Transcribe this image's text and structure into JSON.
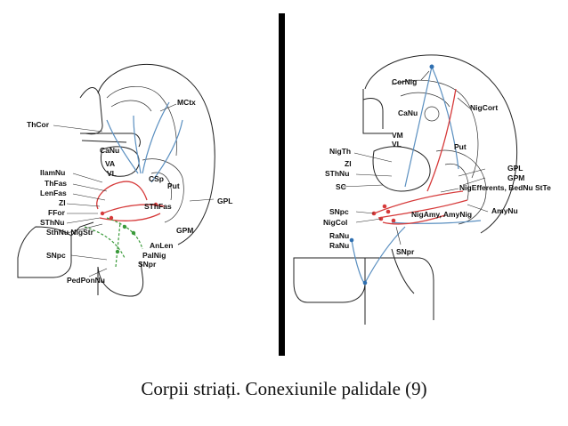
{
  "caption": "Corpii striați. Conexiunile palidale (9)",
  "colors": {
    "efferent": "#d63a3a",
    "afferent": "#5a8fc0",
    "nigral": "#3a9a3a",
    "divider": "#000000"
  },
  "left_labels": {
    "mctx": "MCtx",
    "thcor": "ThCor",
    "canu": "CaNu",
    "va": "VA",
    "vl": "VL",
    "ilamnu": "IlamNu",
    "thfas": "ThFas",
    "lenfas": "LenFas",
    "zi": "ZI",
    "ffor": "FFor",
    "sthnu": "SThNu",
    "sthnigstr": "SthNu NigStr",
    "csp": "CSp",
    "put": "Put",
    "gpl": "GPL",
    "sthfas": "SThFas",
    "gpm": "GPM",
    "anlen": "AnLen",
    "palnig": "PalNig",
    "snpr": "SNpr",
    "snpc": "SNpc",
    "pedponnu": "PedPonNu"
  },
  "right_labels": {
    "cornig": "CorNig",
    "canu": "CaNu",
    "nigcort": "NigCort",
    "vm": "VM",
    "vl": "VL",
    "nigth": "NigTh",
    "put": "Put",
    "zi": "ZI",
    "sthnu": "SThNu",
    "sc": "SC",
    "gpl": "GPL",
    "gpm": "GPM",
    "nigefferents": "NigEfferents, BedNu StTe",
    "snpc": "SNpc",
    "nigcol": "NigCol",
    "nigamy": "NigAmy, AmyNig",
    "amynu": "AmyNu",
    "ranu1": "RaNu",
    "ranu2": "RaNu",
    "snpr": "SNpr"
  }
}
